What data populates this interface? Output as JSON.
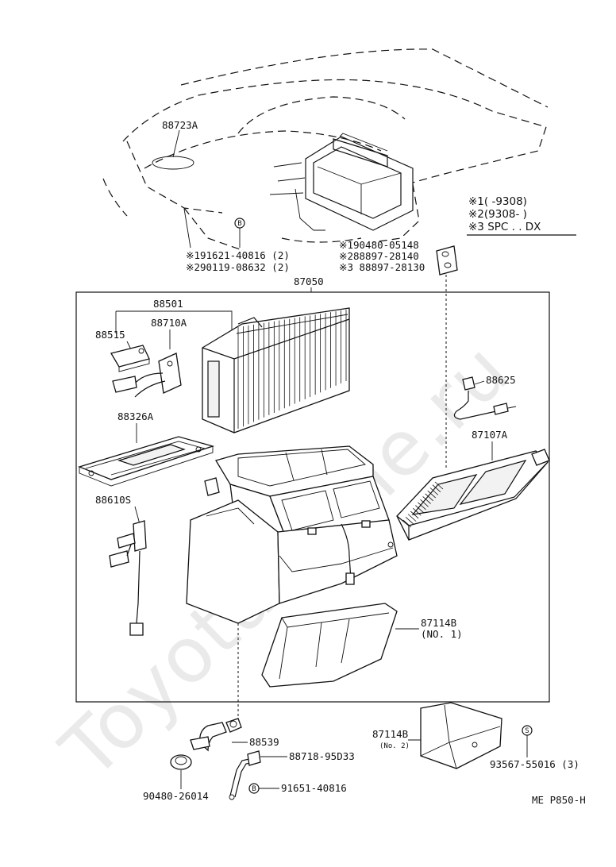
{
  "watermark": "Toyota-Mine.ru",
  "diagram_code": "ME P850-H",
  "legend": {
    "row1": "※1(      -9308)",
    "row2": "※2(9308-      )",
    "row3": "※3 SPC . . DX"
  },
  "labels": {
    "p88723a": "88723A",
    "p191621": "※191621-40816 (2)",
    "p290119": "※290119-08632 (2)",
    "p190480": "※190480-05148",
    "p288897": "※288897-28140",
    "p388897": "※3 88897-28130",
    "p87050": "87050",
    "p88501": "88501",
    "p88515": "88515",
    "p88710a": "88710A",
    "p88625": "88625",
    "p88326a": "88326A",
    "p87107a": "87107A",
    "p88610s": "88610S",
    "p87114b": "87114B",
    "p87114b_no1": "(NO. 1)",
    "p87114b2": "87114B",
    "p87114b2_no2": "(No. 2)",
    "p88539": "88539",
    "p88718": "88718-95D33",
    "p90480": "90480-26014",
    "p91651": "91651-40816",
    "p93567": "93567-55016 (3)"
  },
  "icons": {
    "bolt_marker": "B",
    "screw_marker": "S"
  }
}
